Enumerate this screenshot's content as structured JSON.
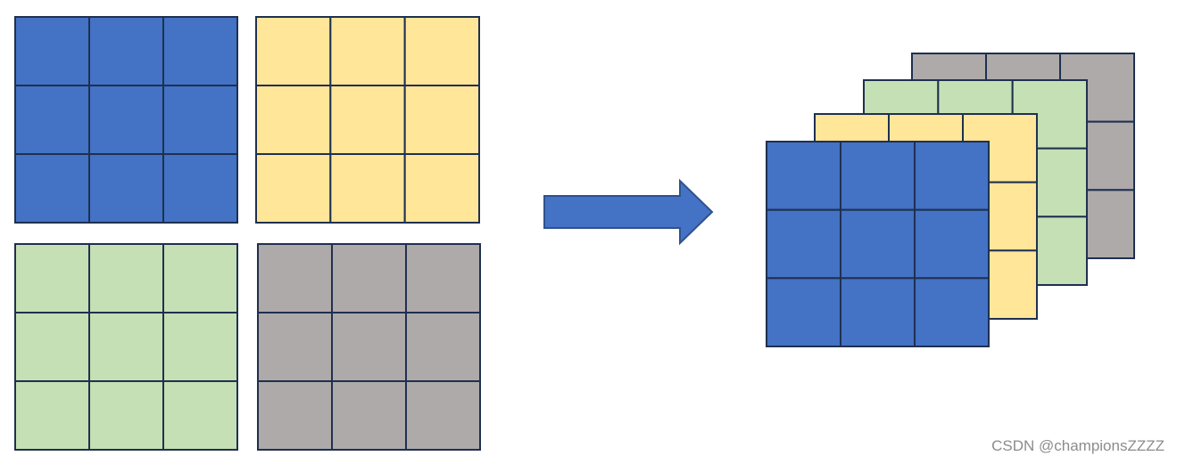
{
  "grids": [
    {
      "id": "blue",
      "fill": "#4472C4",
      "rows": 3,
      "cols": 3
    },
    {
      "id": "yellow",
      "fill": "#FFE699",
      "rows": 3,
      "cols": 3
    },
    {
      "id": "green",
      "fill": "#C5E0B4",
      "rows": 3,
      "cols": 3
    },
    {
      "id": "gray",
      "fill": "#AEAAAA",
      "rows": 3,
      "cols": 3
    }
  ],
  "stack_order_back_to_front": [
    "gray",
    "green",
    "yellow",
    "blue"
  ],
  "colors": {
    "grid_line": "#1F3050",
    "arrow_fill": "#4472C4",
    "arrow_stroke": "#2F528F",
    "watermark": "#8C8C8C"
  },
  "arrow": {
    "direction": "right",
    "icon": "right-arrow-icon"
  },
  "watermark": "CSDN @championsZZZZ"
}
